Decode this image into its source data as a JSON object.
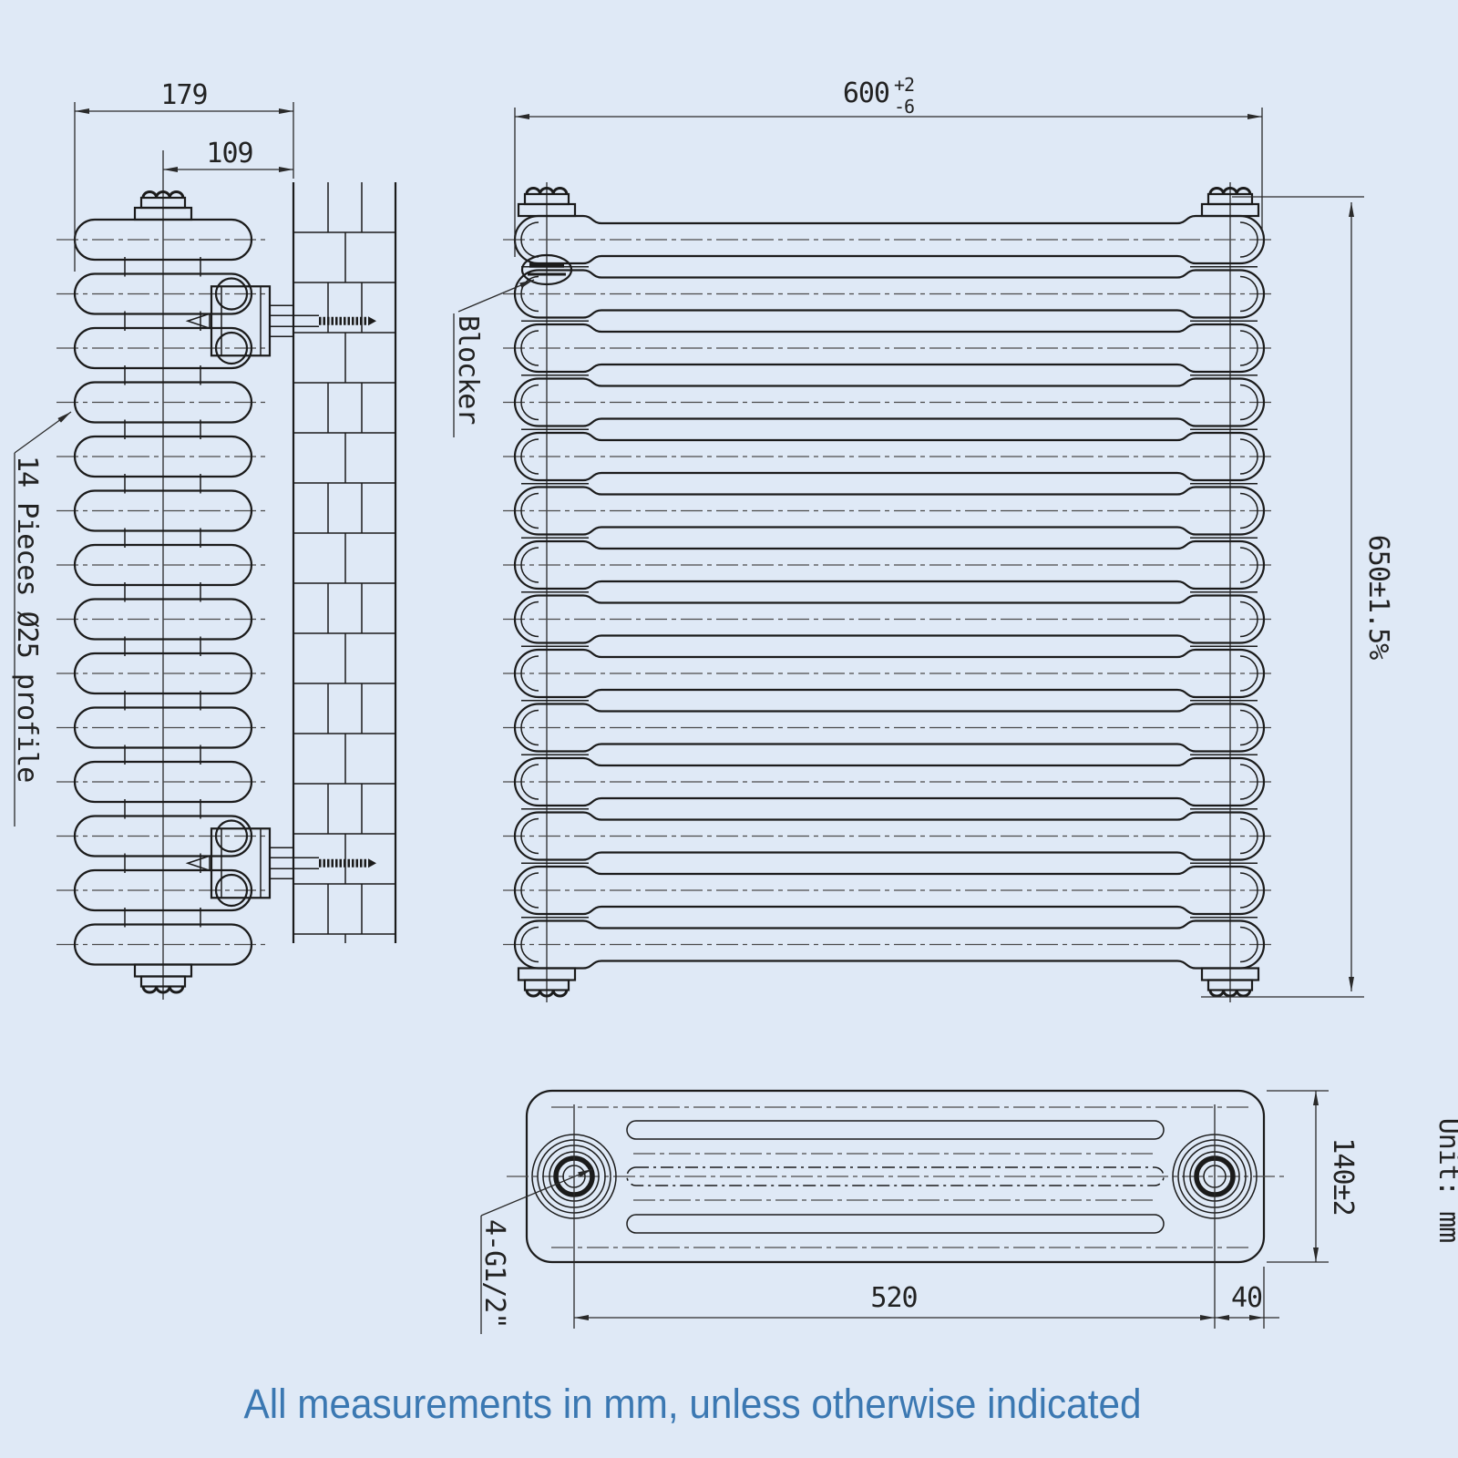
{
  "drawing": {
    "note": "All measurements in mm, unless otherwise indicated",
    "unit_label": "Unit: mm",
    "callouts": {
      "pieces_profile": "14 Pieces Ø25 profile",
      "blocker": "Blocker",
      "thread_ports": "4-G1/2\""
    },
    "dimensions": {
      "side_depth_overall": "179",
      "side_wall_to_axis": "109",
      "front_width": "600",
      "front_width_tol_plus": "+2",
      "front_width_tol_minus": "-6",
      "front_height": "650±1.5%",
      "bottom_port_spacing": "520",
      "bottom_port_to_edge": "40",
      "bottom_depth": "140±2"
    },
    "colors": {
      "background": "#dfe9f6",
      "line": "#1b1b1b",
      "note_text": "#3b78b2"
    }
  }
}
